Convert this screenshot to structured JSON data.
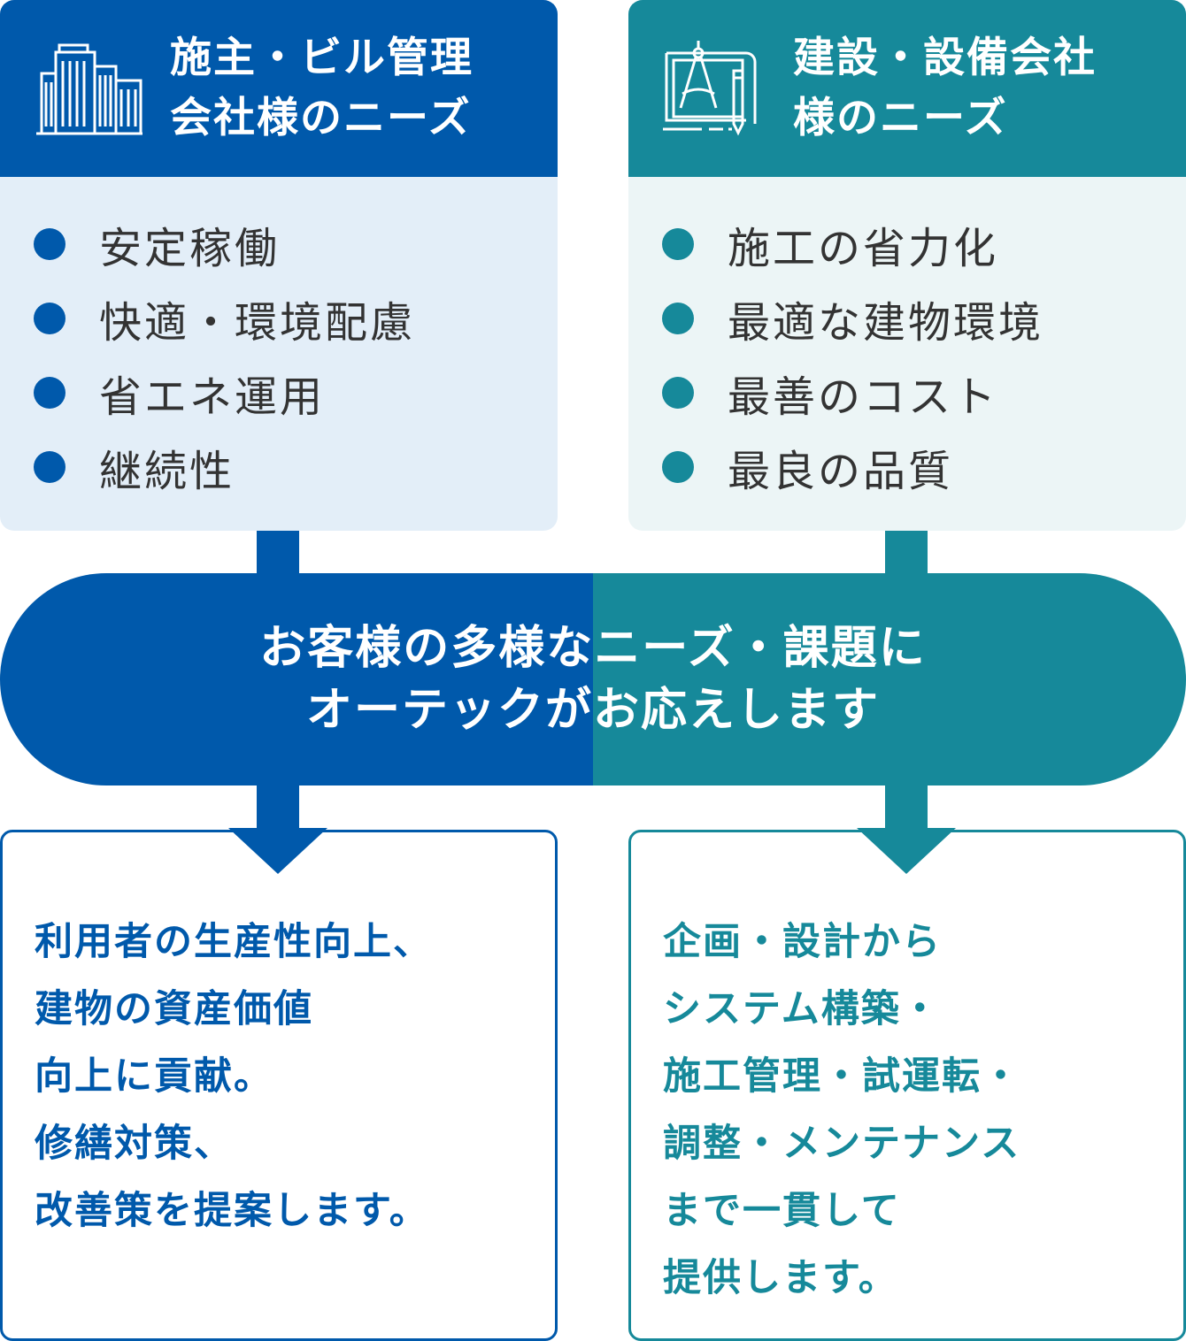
{
  "colors": {
    "blue": "#0059ab",
    "teal": "#16899a",
    "blue_light": "#e3eef8",
    "teal_light": "#ecf5f6",
    "text": "#333333"
  },
  "owner_card": {
    "icon": "building-icon",
    "title_lines": [
      "施主・ビル管理",
      "会社様のニーズ"
    ],
    "needs": [
      "安定稼働",
      "快適・環境配慮",
      "省エネ運用",
      "継続性"
    ]
  },
  "contractor_card": {
    "icon": "blueprint-compass-icon",
    "title_lines": [
      "建設・設備会社",
      "様のニーズ"
    ],
    "needs": [
      "施工の省力化",
      "最適な建物環境",
      "最善のコスト",
      "最良の品質"
    ]
  },
  "center_message": {
    "lines": [
      "お客様の多様なニーズ・課題に",
      "オーテックがお応えします"
    ]
  },
  "owner_solution": {
    "lines": [
      "利用者の生産性向上、",
      "建物の資産価値",
      "向上に貢献。",
      "修繕対策、",
      "改善策を提案します。"
    ]
  },
  "contractor_solution": {
    "lines": [
      "企画・設計から",
      "システム構築・",
      "施工管理・試運転・",
      "調整・メンテナンス",
      "まで一貫して",
      "提供します。"
    ]
  }
}
